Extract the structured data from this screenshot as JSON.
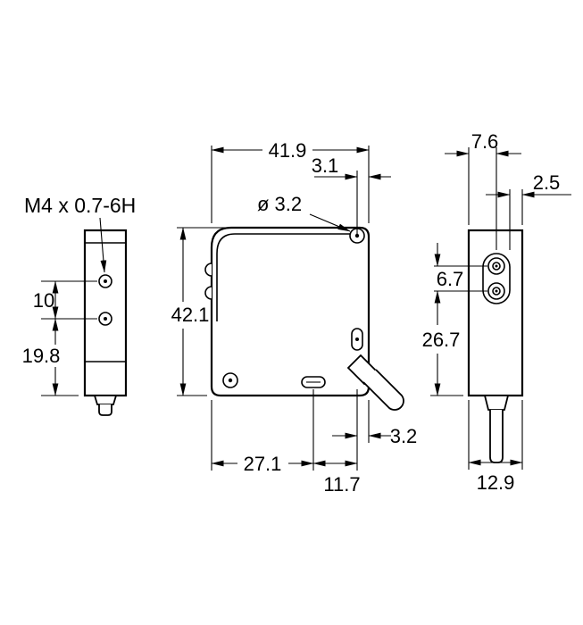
{
  "drawing": {
    "title": "sensor-dimension-drawing",
    "colors": {
      "ink": "#000000",
      "background": "#ffffff"
    },
    "thread_callout": "M4 x 0.7-6H",
    "left_view": {
      "dim_hole_spacing": "10",
      "dim_hole_to_bottom": "19.8"
    },
    "front_view": {
      "dim_width": "41.9",
      "dim_hole_offset": "3.1",
      "hole_diameter": "ø 3.2",
      "dim_height": "42.1",
      "dim_slot_from_left": "27.1",
      "dim_slot_to_cable": "11.7",
      "dim_cable_to_edge": "3.2"
    },
    "side_view": {
      "dim_depth_to_holes": "7.6",
      "dim_face_offset": "2.5",
      "dim_hole_spacing": "6.7",
      "dim_hole_to_bottom": "26.7",
      "dim_depth": "12.9"
    }
  }
}
